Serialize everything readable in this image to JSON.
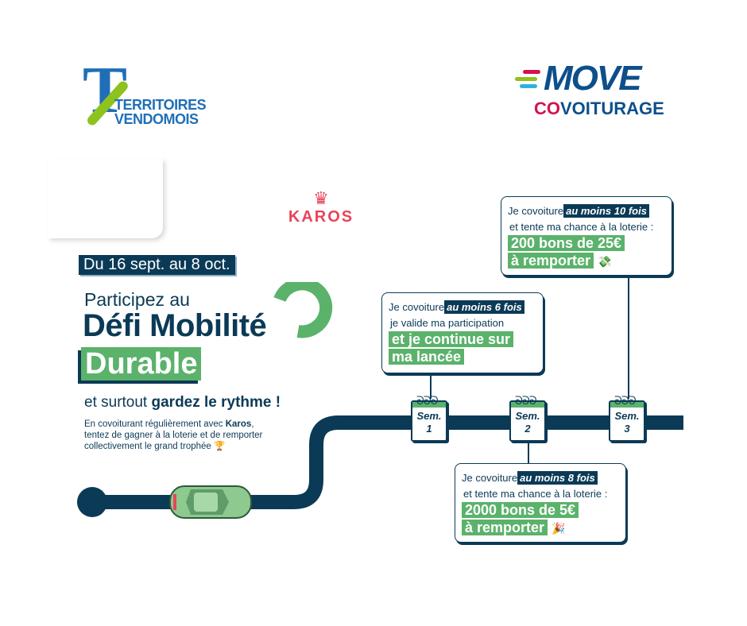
{
  "logos": {
    "territoires": {
      "mark": "T",
      "line1": "TERRITOIRES",
      "line2": "VENDOMOIS"
    },
    "move": {
      "word": "MOVE",
      "co": "CO",
      "voiturage": "VOITURAGE"
    },
    "karos": {
      "word": "KAROS"
    }
  },
  "hero": {
    "dates": "Du 16 sept. au 8 oct.",
    "line1": "Participez au",
    "line2": "Défi Mobilité",
    "line3": "Durable",
    "sub_regular": "et surtout ",
    "sub_bold": "gardez le rythme !",
    "body_1": "En covoiturant régulièrement avec ",
    "body_brand": "Karos",
    "body_2": ",",
    "body_3": "tentez de gagner à la loterie et de remporter",
    "body_4": "collectivement le grand trophée",
    "body_emoji": "🏆"
  },
  "weeks": [
    {
      "label": "Sem.",
      "num": "1"
    },
    {
      "label": "Sem.",
      "num": "2"
    },
    {
      "label": "Sem.",
      "num": "3"
    }
  ],
  "cards": [
    {
      "prefix": "Je covoiture",
      "highlight": "au moins 6 fois",
      "line2": "je valide ma participation",
      "big1": "et je continue sur",
      "big2": "ma lancée",
      "emoji": ""
    },
    {
      "prefix": "Je covoiture",
      "highlight": "au moins 10 fois",
      "line2": "et tente ma chance à la loterie :",
      "big1": "200 bons de 25€",
      "big2": "à remporter",
      "emoji": "💸"
    },
    {
      "prefix": "Je covoiture",
      "highlight": "au moins 8 fois",
      "line2": "et tente ma chance à la loterie :",
      "big1": "2000 bons de 5€",
      "big2": "à remporter",
      "emoji": "🎉"
    }
  ],
  "colors": {
    "navy": "#0b3a56",
    "green": "#5bb26b",
    "karos": "#e8455a",
    "move_blue": "#0d4f8b",
    "move_green": "#8dc21f",
    "move_red": "#d3134f"
  }
}
